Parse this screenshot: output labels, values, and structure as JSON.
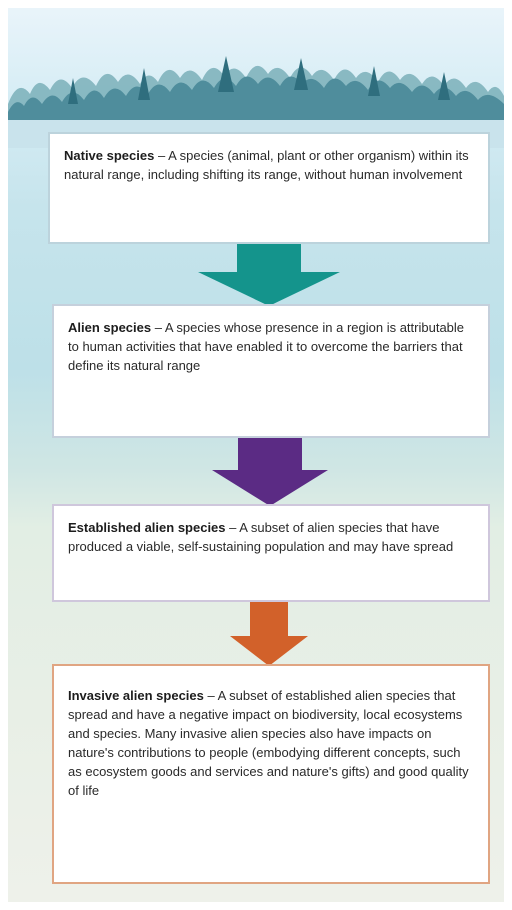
{
  "boxes": [
    {
      "term": "Native species",
      "definition": " – A species (animal, plant or other organism) within its natural range, including shifting its range, without human involvement"
    },
    {
      "term": "Alien species",
      "definition": " – A species whose presence in a region is attributable to human activities that have enabled it to overcome the barriers that define its natural range"
    },
    {
      "term": "Established alien species",
      "definition": " – A subset of alien species that have produced a viable, self-sustaining population and may have spread"
    },
    {
      "term": "Invasive alien species",
      "definition": " – A subset of established alien species that spread and have a negative impact on biodiversity, local ecosystems and species. Many invasive alien species also have impacts on nature's contributions to people (embodying different concepts, such as ecosystem goods and services and nature's gifts) and good quality of life"
    }
  ],
  "colors": {
    "arrow_1": "#14948c",
    "arrow_2": "#5b2b84",
    "arrow_3": "#d2612a",
    "final_border": "#e0a582"
  },
  "icons": {
    "background": "forest-treeline-illustration",
    "connectors": "down-arrow-icon"
  }
}
